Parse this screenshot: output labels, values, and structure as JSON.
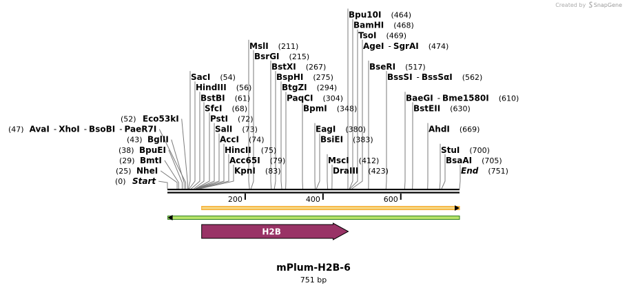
{
  "header": {
    "credit_prefix": "Created by",
    "credit_brand": "SnapGene"
  },
  "map": {
    "name": "mPlum-H2B-6",
    "length_label": "751 bp",
    "length_bp": 751
  },
  "ruler": {
    "ticks": [
      {
        "label": "200",
        "bp": 200
      },
      {
        "label": "400",
        "bp": 400
      },
      {
        "label": "600",
        "bp": 600
      }
    ]
  },
  "features": [
    {
      "label": "",
      "kind": "arrow-thin",
      "color": "#f5a623",
      "fill": "#f6d27a",
      "direction": "forward",
      "start": 88,
      "end": 751
    },
    {
      "label": "",
      "kind": "arrow-thin",
      "color": "#2e7d1e",
      "fill": "#b6e36a",
      "direction": "reverse",
      "start": 1,
      "end": 751
    },
    {
      "label": "H2B",
      "kind": "arrow-thick",
      "color": "#8e2d5e",
      "fill": "#993366",
      "direction": "forward",
      "start": 88,
      "end": 465
    }
  ],
  "sites": [
    {
      "name": "Start",
      "pos": "(0)",
      "bp": 0,
      "side": "left",
      "italic": true,
      "row": 0
    },
    {
      "name": "NheI",
      "pos": "(25)",
      "bp": 25,
      "side": "left",
      "row": 1
    },
    {
      "name": "BmtI",
      "pos": "(29)",
      "bp": 29,
      "side": "left",
      "row": 2
    },
    {
      "name": "BpuEI",
      "pos": "(38)",
      "bp": 38,
      "side": "left",
      "row": 3
    },
    {
      "name": "BglII",
      "pos": "(43)",
      "bp": 43,
      "side": "left",
      "row": 4
    },
    {
      "name": "AvaI - XhoI - BsoBI - PaeR7I",
      "pos": "(47)",
      "bp": 47,
      "side": "left",
      "row": 5,
      "parts": [
        "AvaI",
        "XhoI",
        "BsoBI",
        "PaeR7I"
      ]
    },
    {
      "name": "Eco53kI",
      "pos": "(52)",
      "bp": 52,
      "side": "left",
      "row": 6
    },
    {
      "name": "SacI",
      "pos": "(54)",
      "bp": 54,
      "side": "right",
      "row": 10
    },
    {
      "name": "HindIII",
      "pos": "(56)",
      "bp": 56,
      "side": "right",
      "row": 9
    },
    {
      "name": "BstBI",
      "pos": "(61)",
      "bp": 61,
      "side": "right",
      "row": 8
    },
    {
      "name": "SfcI",
      "pos": "(68)",
      "bp": 68,
      "side": "right",
      "row": 7
    },
    {
      "name": "PstI",
      "pos": "(72)",
      "bp": 72,
      "side": "right",
      "row": 6
    },
    {
      "name": "SalI",
      "pos": "(73)",
      "bp": 73,
      "side": "right",
      "row": 5
    },
    {
      "name": "AccI",
      "pos": "(74)",
      "bp": 74,
      "side": "right",
      "row": 4
    },
    {
      "name": "HincII",
      "pos": "(75)",
      "bp": 75,
      "side": "right",
      "row": 3
    },
    {
      "name": "Acc65I",
      "pos": "(79)",
      "bp": 79,
      "side": "right",
      "row": 2
    },
    {
      "name": "KpnI",
      "pos": "(83)",
      "bp": 83,
      "side": "right",
      "row": 1
    },
    {
      "name": "MslI",
      "pos": "(211)",
      "bp": 211,
      "side": "right",
      "row": 13
    },
    {
      "name": "BsrGI",
      "pos": "(215)",
      "bp": 215,
      "side": "right",
      "row": 12
    },
    {
      "name": "BstXI",
      "pos": "(267)",
      "bp": 267,
      "side": "right",
      "row": 11
    },
    {
      "name": "BspHI",
      "pos": "(275)",
      "bp": 275,
      "side": "right",
      "row": 10
    },
    {
      "name": "BtgZI",
      "pos": "(294)",
      "bp": 294,
      "side": "right",
      "row": 9
    },
    {
      "name": "PaqCI",
      "pos": "(304)",
      "bp": 304,
      "side": "right",
      "row": 8
    },
    {
      "name": "BpmI",
      "pos": "(348)",
      "bp": 348,
      "side": "right",
      "row": 7
    },
    {
      "name": "EagI",
      "pos": "(380)",
      "bp": 380,
      "side": "right",
      "row": 5
    },
    {
      "name": "BsiEI",
      "pos": "(383)",
      "bp": 383,
      "side": "right",
      "row": 4
    },
    {
      "name": "MscI",
      "pos": "(412)",
      "bp": 412,
      "side": "right",
      "row": 2
    },
    {
      "name": "DraIII",
      "pos": "(423)",
      "bp": 423,
      "side": "right",
      "row": 1
    },
    {
      "name": "Bpu10I",
      "pos": "(464)",
      "bp": 464,
      "side": "right",
      "row": 16
    },
    {
      "name": "BamHI",
      "pos": "(468)",
      "bp": 468,
      "side": "right",
      "row": 15
    },
    {
      "name": "TsoI",
      "pos": "(469)",
      "bp": 469,
      "side": "right",
      "row": 14
    },
    {
      "name": "AgeI - SgrAI",
      "pos": "(474)",
      "bp": 474,
      "side": "right",
      "row": 13,
      "parts": [
        "AgeI",
        "SgrAI"
      ]
    },
    {
      "name": "BseRI",
      "pos": "(517)",
      "bp": 517,
      "side": "right",
      "row": 11
    },
    {
      "name": "BssSI - BssSαI",
      "pos": "(562)",
      "bp": 562,
      "side": "right",
      "row": 10,
      "parts": [
        "BssSI",
        "BssSαI"
      ]
    },
    {
      "name": "BaeGI - Bme1580I",
      "pos": "(610)",
      "bp": 610,
      "side": "right",
      "row": 8,
      "parts": [
        "BaeGI",
        "Bme1580I"
      ]
    },
    {
      "name": "BstEII",
      "pos": "(630)",
      "bp": 630,
      "side": "right",
      "row": 7
    },
    {
      "name": "AhdI",
      "pos": "(669)",
      "bp": 669,
      "side": "right",
      "row": 5
    },
    {
      "name": "StuI",
      "pos": "(700)",
      "bp": 700,
      "side": "right",
      "row": 3
    },
    {
      "name": "BsaAI",
      "pos": "(705)",
      "bp": 705,
      "side": "right",
      "row": 2
    },
    {
      "name": "End",
      "pos": "(751)",
      "bp": 751,
      "side": "right",
      "italic": true,
      "row": 1
    }
  ]
}
